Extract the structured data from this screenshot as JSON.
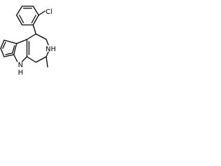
{
  "molecule": {
    "labels": {
      "chlorine": "Cl",
      "ring_nh": "NH",
      "indole_n": "N",
      "indole_h": "H"
    },
    "colors": {
      "bond": "#000000",
      "text": "#000000",
      "background": "#ffffff"
    }
  }
}
